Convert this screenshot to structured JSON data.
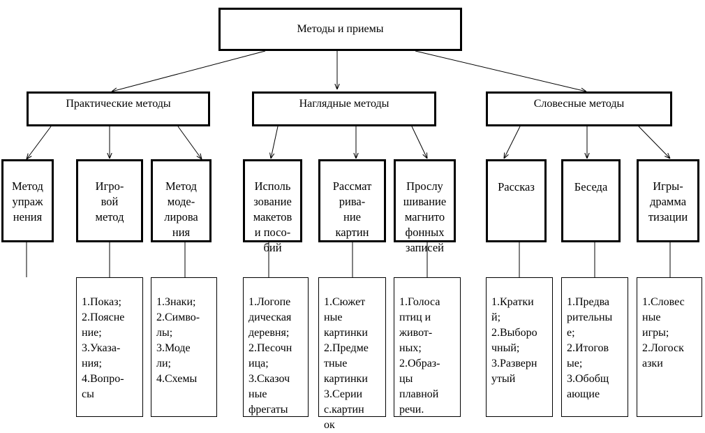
{
  "root": "Методы и приемы",
  "categories": [
    "Практические методы",
    "Наглядные методы",
    "Словесные методы"
  ],
  "methods": [
    "Метод\nупраж\nнения",
    "Игро-\nвой\nметод",
    "Метод\nмоде-\nлирова\nния",
    "Исполь\nзование\nмакетов\nи посо-\nбий",
    "Рассмат\nрива-\nние\nкартин",
    "Прослу\nшивание\nмагнито\nфонных\nзаписей",
    "Рассказ",
    "Беседа",
    "Игры-\nдрамма\nтизации"
  ],
  "details": [
    "",
    "1.Показ;\n2.Поясне\nние;\n3.Указа-\nния;\n4.Вопро-\nсы",
    "1.Знаки;\n2.Симво-\nлы;\n3.Моде\nли;\n4.Схемы",
    "1.Логопе\nдическая\nдеревня;\n2.Песочн\nица;\n3.Сказоч\nные\nфрегаты",
    "1.Сюжет\nные\nкартинки\n2.Предме\nтные\nкартинки\n3.Серии\nс.картин\nок",
    "1.Голоса\nптиц и\nживот-\nных;\n2.Образ-\nцы\nплавной\nречи.",
    "1.Кратки\nй;\n2.Выборо\nчный;\n3.Разверн\nутый",
    "1.Предва\nрительны\nе;\n2.Итогов\nые;\n3.Обобщ\nающие",
    "1.Словес\nные\nигры;\n2.Логоск\nазки"
  ]
}
